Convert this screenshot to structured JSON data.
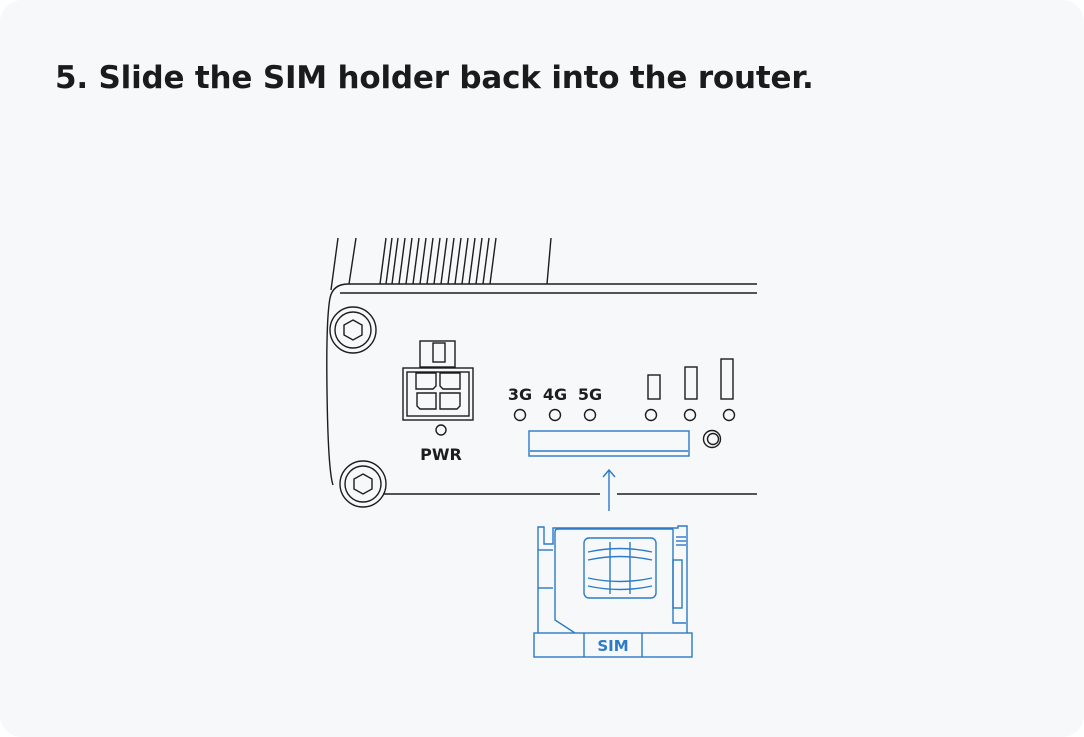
{
  "instruction": {
    "title": "5. Slide the SIM holder back into the router."
  },
  "illustration": {
    "power_label": "PWR",
    "led_labels": [
      "3G",
      "4G",
      "5G"
    ],
    "sim_tray_label": "SIM",
    "accent_color": "#2b7bc6",
    "line_color": "#1d1d1d"
  }
}
